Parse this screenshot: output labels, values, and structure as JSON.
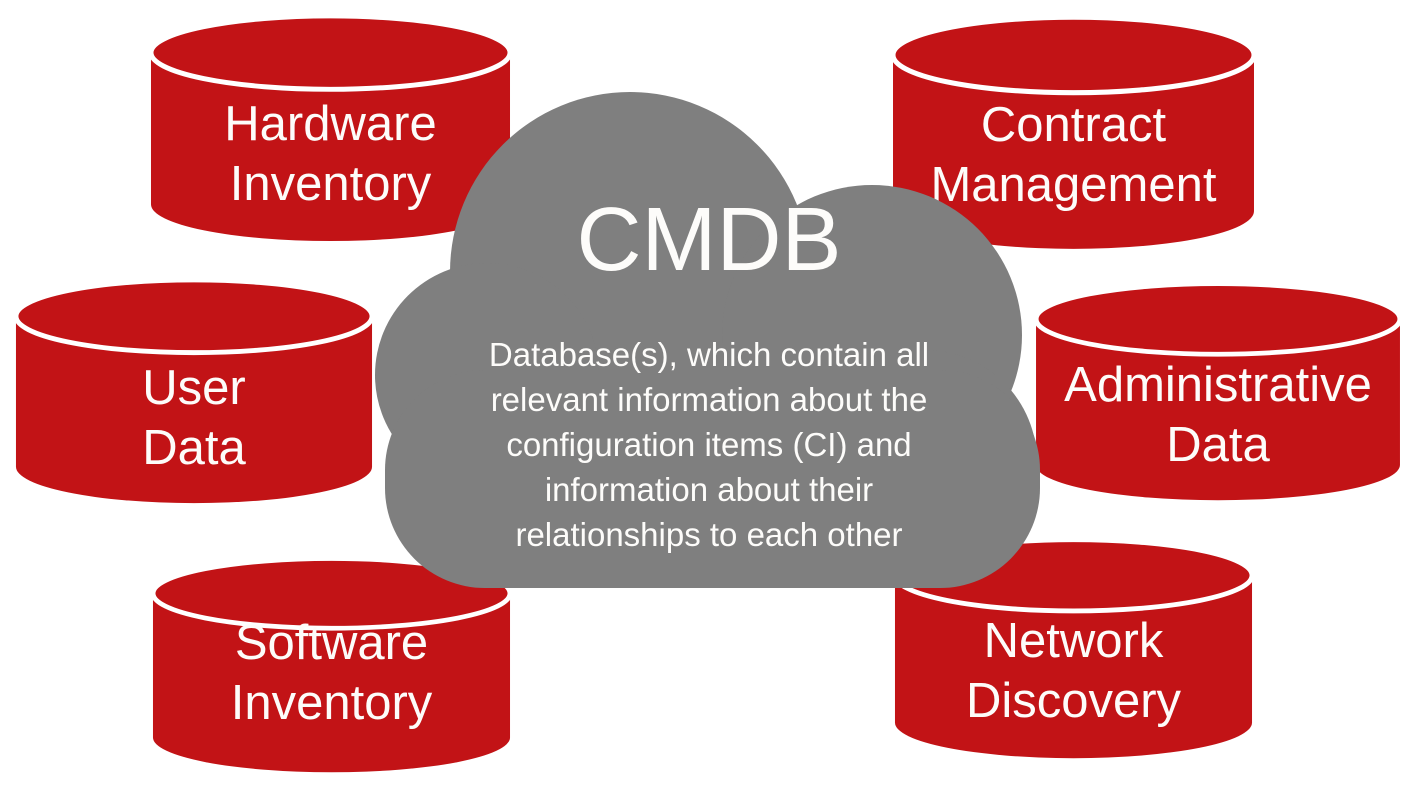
{
  "colors": {
    "database_red": "#C21316",
    "cloud_gray": "#7F7F7F",
    "text_white": "#FDFCFA",
    "background": "#FFFFFF"
  },
  "cloud": {
    "title": "CMDB",
    "description_lines": [
      "Database(s), which contain all",
      "relevant information about the",
      "configuration items (CI) and",
      "information about their",
      "relationships to each other"
    ]
  },
  "databases": [
    {
      "id": "hardware-inventory",
      "line1": "Hardware",
      "line2": "Inventory"
    },
    {
      "id": "user-data",
      "line1": "User",
      "line2": "Data"
    },
    {
      "id": "software-inventory",
      "line1": "Software",
      "line2": "Inventory"
    },
    {
      "id": "contract-management",
      "line1": "Contract",
      "line2": "Management"
    },
    {
      "id": "administrative-data",
      "line1": "Administrative",
      "line2": "Data"
    },
    {
      "id": "network-discovery",
      "line1": "Network",
      "line2": "Discovery"
    }
  ]
}
